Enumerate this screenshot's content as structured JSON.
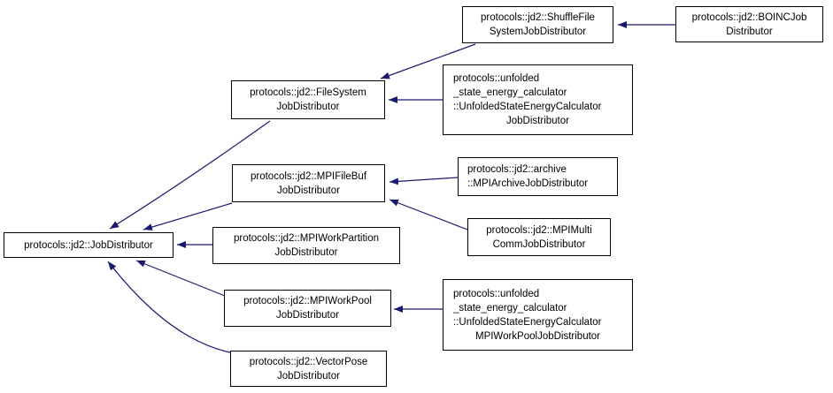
{
  "theme": {
    "background": "#ffffff",
    "node_border_color": "#000000",
    "node_fill_color": "#ffffff",
    "text_color": "#000000",
    "arrow_color": "#191970"
  },
  "diagram_type": "class-inheritance-graph",
  "nodes": {
    "job_distributor": {
      "label": "protocols::jd2::JobDistributor"
    },
    "file_system": {
      "label": "protocols::jd2::FileSystem\nJobDistributor"
    },
    "shuffle_file": {
      "label": "protocols::jd2::ShuffleFile\nSystemJobDistributor"
    },
    "boinc": {
      "label": "protocols::jd2::BOINCJob\nDistributor"
    },
    "unfolded_jd": {
      "label_head": "protocols::unfolded\n_state_energy_calculator\n::UnfoldedStateEnergyCalculator",
      "label_tail": "JobDistributor"
    },
    "mpi_file_buf": {
      "label": "protocols::jd2::MPIFileBuf\nJobDistributor"
    },
    "mpi_archive": {
      "label": "protocols::jd2::archive\n::MPIArchiveJobDistributor"
    },
    "mpi_multi_comm": {
      "label": "protocols::jd2::MPIMulti\nCommJobDistributor"
    },
    "mpi_work_partition": {
      "label": "protocols::jd2::MPIWorkPartition\nJobDistributor"
    },
    "mpi_work_pool": {
      "label": "protocols::jd2::MPIWorkPool\nJobDistributor"
    },
    "unfolded_mpi_work_pool": {
      "label_head": "protocols::unfolded\n_state_energy_calculator\n::UnfoldedStateEnergyCalculator",
      "label_tail": "MPIWorkPoolJobDistributor"
    },
    "vector_pose": {
      "label": "protocols::jd2::VectorPose\nJobDistributor"
    }
  },
  "edges": [
    {
      "from": "protocols::jd2::BOINCJobDistributor",
      "to": "protocols::jd2::ShuffleFileSystemJobDistributor"
    },
    {
      "from": "protocols::jd2::ShuffleFileSystemJobDistributor",
      "to": "protocols::jd2::FileSystemJobDistributor"
    },
    {
      "from": "protocols::unfolded_state_energy_calculator::UnfoldedStateEnergyCalculatorJobDistributor",
      "to": "protocols::jd2::FileSystemJobDistributor"
    },
    {
      "from": "protocols::jd2::FileSystemJobDistributor",
      "to": "protocols::jd2::JobDistributor"
    },
    {
      "from": "protocols::jd2::archive::MPIArchiveJobDistributor",
      "to": "protocols::jd2::MPIFileBufJobDistributor"
    },
    {
      "from": "protocols::jd2::MPIMultiCommJobDistributor",
      "to": "protocols::jd2::MPIFileBufJobDistributor"
    },
    {
      "from": "protocols::jd2::MPIFileBufJobDistributor",
      "to": "protocols::jd2::JobDistributor"
    },
    {
      "from": "protocols::jd2::MPIWorkPartitionJobDistributor",
      "to": "protocols::jd2::JobDistributor"
    },
    {
      "from": "protocols::jd2::MPIWorkPoolJobDistributor",
      "to": "protocols::jd2::JobDistributor"
    },
    {
      "from": "protocols::unfolded_state_energy_calculator::UnfoldedStateEnergyCalculatorMPIWorkPoolJobDistributor",
      "to": "protocols::jd2::MPIWorkPoolJobDistributor"
    },
    {
      "from": "protocols::jd2::VectorPoseJobDistributor",
      "to": "protocols::jd2::JobDistributor"
    }
  ]
}
